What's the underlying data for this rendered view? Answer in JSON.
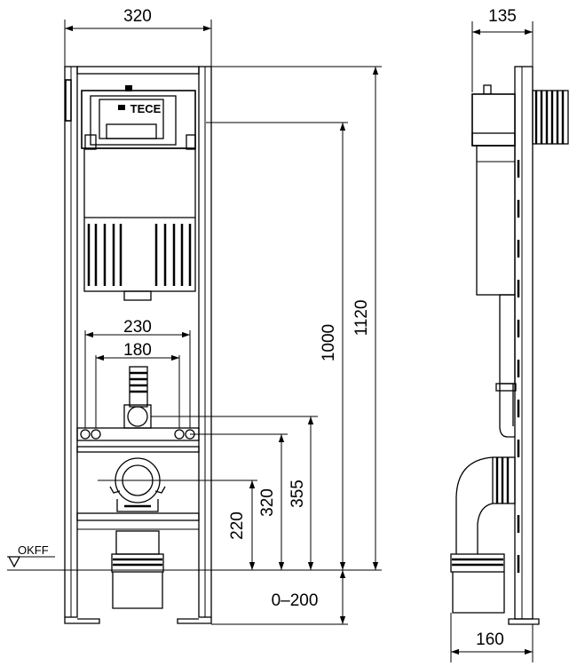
{
  "front_view": {
    "width_label": "320",
    "overall_height_label": "1120",
    "cistern_height_label": "1000",
    "outer_spacing_label": "230",
    "inner_spacing_label": "180",
    "fixing_height_label": "355",
    "outlet_height_label": "320",
    "inlet_height_label": "220",
    "adjust_range_label": "0–200",
    "floor_label": "OKFF",
    "brand_text": "TECE"
  },
  "side_view": {
    "depth_label": "135",
    "bottom_depth_label": "160"
  }
}
